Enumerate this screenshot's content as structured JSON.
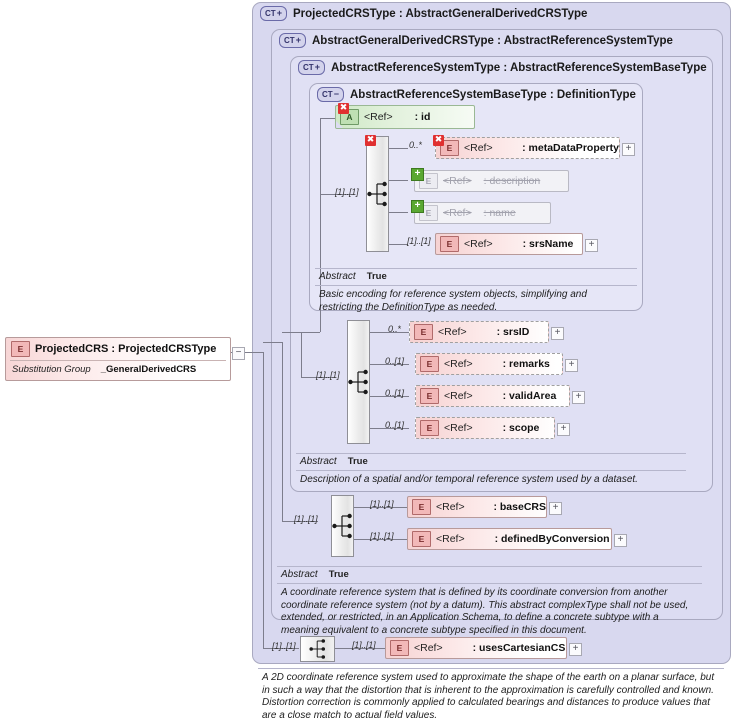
{
  "diagram": {
    "kind": "xsd-schema-diagram",
    "root_element": {
      "badge": "E",
      "title": "ProjectedCRS : ProjectedCRSType",
      "substitution_group_label": "Substitution Group",
      "substitution_group_value": "_GeneralDerivedCRS",
      "toggle": "−"
    },
    "containers": [
      {
        "badge": "CT",
        "symbol": "+",
        "title": "ProjectedCRSType : AbstractGeneralDerivedCRSType"
      },
      {
        "badge": "CT",
        "symbol": "+",
        "title": "AbstractGeneralDerivedCRSType : AbstractReferenceSystemType"
      },
      {
        "badge": "CT",
        "symbol": "+",
        "title": "AbstractReferenceSystemType : AbstractReferenceSystemBaseType"
      },
      {
        "badge": "CT",
        "symbol": "−",
        "title": "AbstractReferenceSystemBaseType : DefinitionType"
      }
    ],
    "nodes": {
      "id": {
        "badge": "A",
        "ref": "<Ref>",
        "name": ": id"
      },
      "metaDataProperty": {
        "badge": "E",
        "ref": "<Ref>",
        "name": ": metaDataProperty",
        "card": "0..*"
      },
      "description": {
        "badge": "E",
        "ref": "<Ref>",
        "name": ": description"
      },
      "name": {
        "badge": "E",
        "ref": "<Ref>",
        "name": ": name"
      },
      "srsName": {
        "badge": "E",
        "ref": "<Ref>",
        "name": ": srsName",
        "card": "[1]..[1]"
      },
      "srsID": {
        "badge": "E",
        "ref": "<Ref>",
        "name": ": srsID",
        "card": "0..*"
      },
      "remarks": {
        "badge": "E",
        "ref": "<Ref>",
        "name": ": remarks",
        "card": "0..[1]"
      },
      "validArea": {
        "badge": "E",
        "ref": "<Ref>",
        "name": ": validArea",
        "card": "0..[1]"
      },
      "scope": {
        "badge": "E",
        "ref": "<Ref>",
        "name": ": scope",
        "card": "0..[1]"
      },
      "baseCRS": {
        "badge": "E",
        "ref": "<Ref>",
        "name": ": baseCRS",
        "card": "[1]..[1]"
      },
      "definedByConversion": {
        "badge": "E",
        "ref": "<Ref>",
        "name": ": definedByConversion",
        "card": "[1]..[1]"
      },
      "usesCartesianCS": {
        "badge": "E",
        "ref": "<Ref>",
        "name": ": usesCartesianCS",
        "card": "[1]..[1]"
      }
    },
    "sequence_cardinalities": {
      "inner_base": "[1]..[1]",
      "refsys": "[1]..[1]",
      "derived": "[1]..[1]",
      "projected_left": "[1]..[1]",
      "projected_right": "[1]..[1]"
    },
    "abstract_label": "Abstract",
    "abstract_value": "True",
    "expand_symbol": "+",
    "docs": {
      "base_type": "Basic encoding for reference system objects, simplifying and restricting the DefinitionType as needed.",
      "reference_system": "Description of a spatial and/or temporal reference system used by a dataset.",
      "general_derived": "A coordinate reference system that is defined by its coordinate conversion from another coordinate reference system (not by a datum). This abstract complexType shall not be used, extended, or restricted, in an Application Schema, to define a concrete subtype with a meaning equivalent to a concrete subtype specified in this document.",
      "projected": "A 2D coordinate reference system used to approximate the shape of the earth on a planar surface, but in such a way that the distortion that is inherent to the approximation is carefully controlled and known. Distortion correction is commonly applied to calculated bearings and distances to produce values that are a close match to actual field values."
    },
    "colors": {
      "element_fill": "#f6d2d2",
      "attribute_fill": "#cfe9c6",
      "container_fill": "#dcdcf0",
      "required_marker": "#e03030",
      "added_marker": "#5aa832",
      "line": "#7d7d8c"
    }
  }
}
